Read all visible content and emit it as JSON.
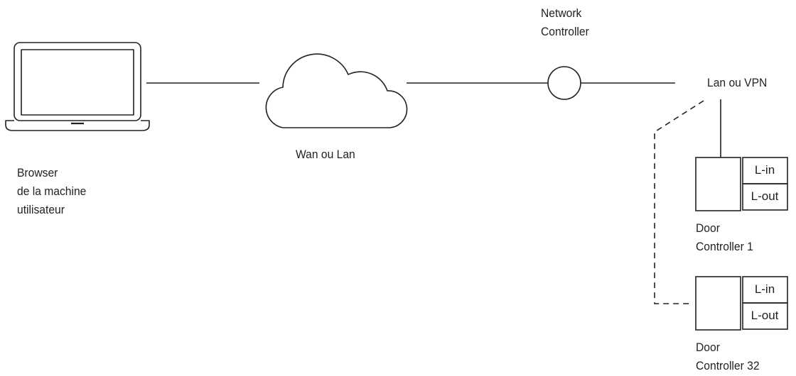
{
  "diagram": {
    "client": {
      "line1": "Browser",
      "line2": "de la machine",
      "line3": "utilisateur"
    },
    "cloud": {
      "label": "Wan ou Lan"
    },
    "network_controller": {
      "line1": "Network",
      "line2": "Controller"
    },
    "lan": {
      "label": "Lan ou VPN"
    },
    "door_controller_1": {
      "line1": "Door",
      "line2": "Controller 1",
      "lin": "L-in",
      "lout": "L-out"
    },
    "door_controller_32": {
      "line1": "Door",
      "line2": "Controller 32",
      "lin": "L-in",
      "lout": "L-out"
    },
    "colors": {
      "stroke": "#222222",
      "background": "#ffffff"
    }
  }
}
